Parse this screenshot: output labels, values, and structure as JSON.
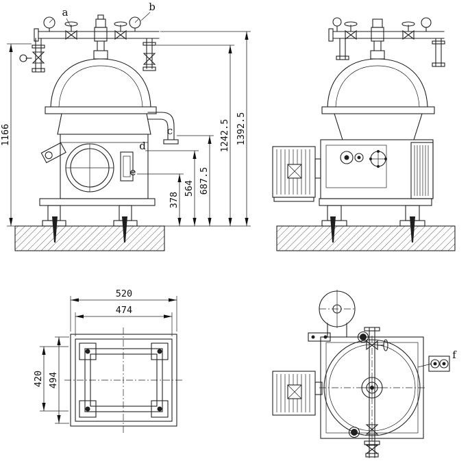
{
  "part_labels": {
    "a": "a",
    "b": "b",
    "c": "c",
    "d": "d",
    "e": "e",
    "f": "f"
  },
  "dimensions": {
    "front_left_height": "1166",
    "h378": "378",
    "h564": "564",
    "h687": "687.5",
    "h1242": "1242.5",
    "h1392": "1392.5",
    "plan_w520": "520",
    "plan_w474": "474",
    "plan_h420": "420",
    "plan_h494": "494"
  }
}
